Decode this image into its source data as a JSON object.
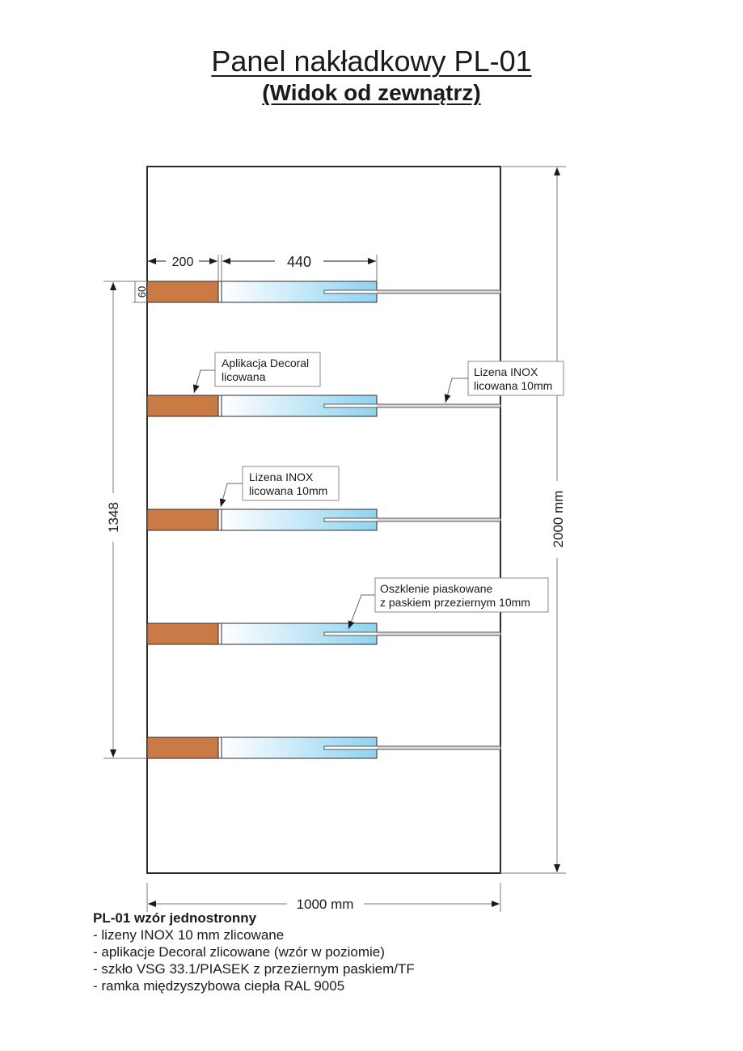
{
  "header": {
    "title": "Panel nakładkowy PL-01",
    "subtitle": "(Widok od zewnątrz)"
  },
  "colors": {
    "decoral": "#c97a45",
    "glass_start": "#ffffff",
    "glass_end": "#8fd3f0",
    "outline": "#2a2a2a",
    "dimension": "#7a7a7a",
    "inox": "#dcdcdc"
  },
  "panel": {
    "width_mm": 1000,
    "height_mm": 2000,
    "strip_count": 5
  },
  "dimensions": {
    "decoral_width": "200",
    "glass_width": "440",
    "strip_height": "60",
    "strips_span": "1348",
    "panel_height": "2000 mm",
    "panel_width": "1000 mm"
  },
  "callouts": [
    {
      "lines": [
        "Aplikacja Decoral",
        "licowana"
      ]
    },
    {
      "lines": [
        "Lizena INOX",
        "licowana 10mm"
      ]
    },
    {
      "lines": [
        "Lizena INOX",
        "licowana 10mm"
      ]
    },
    {
      "lines": [
        "Oszklenie piaskowane",
        "z paskiem przeziernym 10mm"
      ]
    }
  ],
  "notes": {
    "heading": "PL-01 wzór jednostronny",
    "items": [
      "- lizeny INOX 10 mm zlicowane",
      "- aplikacje Decoral zlicowane (wzór w poziomie)",
      "- szkło VSG 33.1/PIASEK z przeziernym paskiem/TF",
      "- ramka międzyszybowa ciepła RAL 9005"
    ]
  }
}
